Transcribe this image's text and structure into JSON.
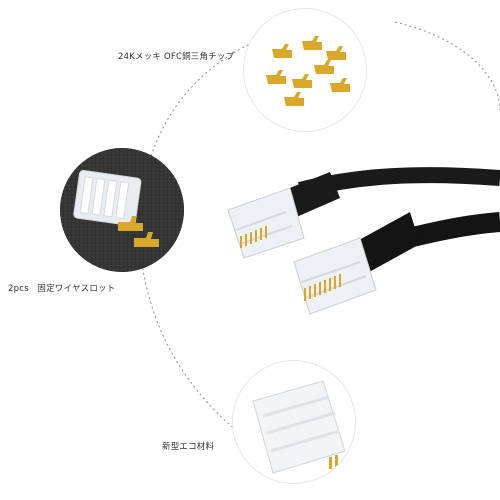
{
  "labels": {
    "gold_contacts": "24Kメッキ OFC銅三角チップ",
    "fixing_wire": "2pcs　固定ワイヤスロット",
    "eco_material": "新型エコ材料"
  },
  "colors": {
    "gold": "#d9a72a",
    "cable": "#1a1a1a",
    "connector_clear": "#eef1f4",
    "dash": "#888888"
  },
  "icons": [
    "gold-contact-chip-icon",
    "fixing-wire-slot-icon",
    "rj45-connector-icon"
  ]
}
